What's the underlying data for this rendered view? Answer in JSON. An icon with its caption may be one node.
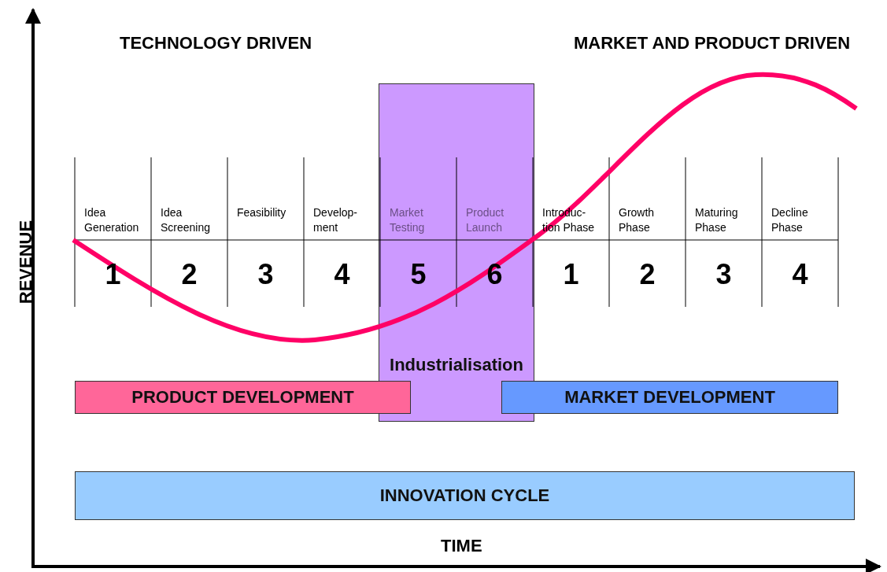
{
  "diagram": {
    "nodes": [
      {
        "text": [
          "Industrialisation"
        ]
      },
      {
        "text": [
          "PRODUCT DEVELOPMENT"
        ]
      },
      {
        "text": [
          "MARKET DEVELOPMENT"
        ]
      },
      {
        "text": [
          "INNOVATION CYCLE"
        ]
      }
    ],
    "edges": [],
    "labels": [
      "TECHNOLOGY DRIVEN",
      "MARKET AND PRODUCT DRIVEN",
      "REVENUE",
      "Idea Generation",
      "Idea Screening",
      "Feasibility",
      "Develop- ment",
      "Market Testing",
      "Product Launch",
      "Introduc- tion Phase",
      "Growth Phase",
      "Maturing Phase",
      "Decline Phase",
      "1",
      "2",
      "3",
      "4",
      "5",
      "6",
      "1",
      "2",
      "3",
      "4",
      "TIME"
    ]
  }
}
